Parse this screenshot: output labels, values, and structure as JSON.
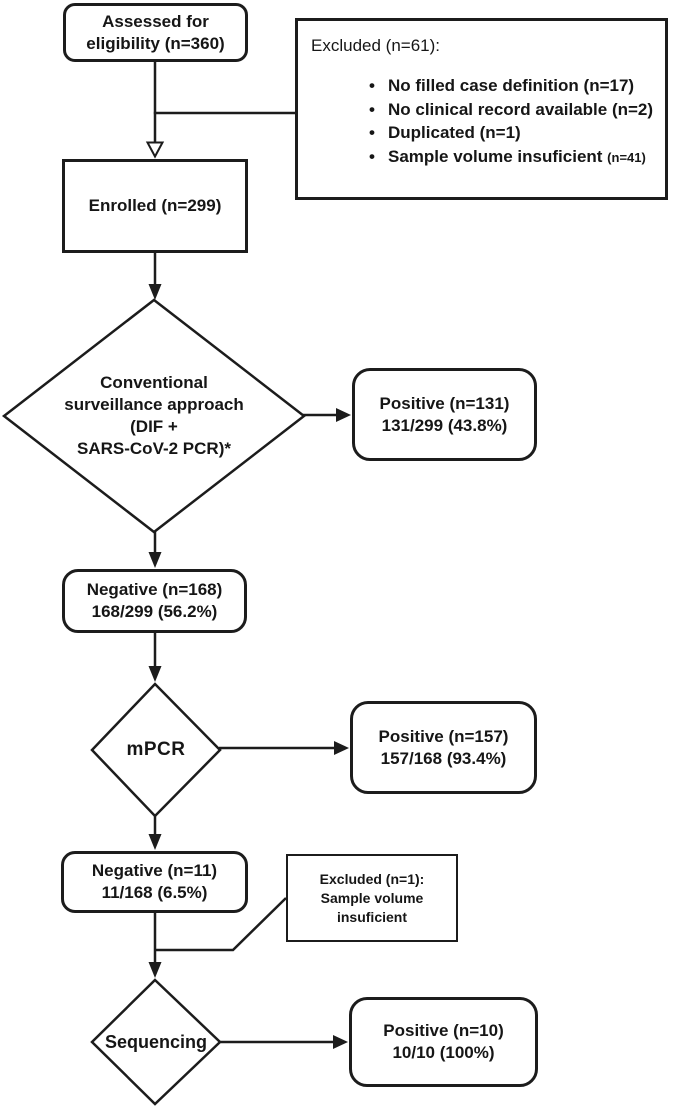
{
  "colors": {
    "ink": "#1c1c1c",
    "background": "#ffffff"
  },
  "flowchart": {
    "assessed": {
      "label": "Assessed for\neligibility (n=360)"
    },
    "excluded_top": {
      "title": "Excluded (n=61):",
      "bullets": [
        {
          "text": "No filled case definition ",
          "n": "(n=17)"
        },
        {
          "text": "No clinical record available ",
          "n": "(n=2)"
        },
        {
          "text": "Duplicated ",
          "n": "(n=1)"
        },
        {
          "text": "Sample volume insuficient ",
          "n": "(n=41)"
        }
      ]
    },
    "enrolled": {
      "label": "Enrolled (n=299)"
    },
    "conventional": {
      "label": "Conventional\nsurveillance approach\n(DIF +\nSARS-CoV-2 PCR)*"
    },
    "positive_conventional": {
      "label": "Positive (n=131)\n131/299 (43.8%)"
    },
    "negative_conventional": {
      "label": "Negative (n=168)\n168/299 (56.2%)"
    },
    "mpcr": {
      "label": "mPCR"
    },
    "positive_mpcr": {
      "label": "Positive (n=157)\n157/168 (93.4%)"
    },
    "negative_mpcr": {
      "label": "Negative (n=11)\n11/168 (6.5%)"
    },
    "excluded_mid": {
      "label": "Excluded (n=1):\nSample volume\ninsuficient"
    },
    "sequencing": {
      "label": "Sequencing"
    },
    "positive_sequencing": {
      "label": "Positive (n=10)\n10/10 (100%)"
    }
  }
}
